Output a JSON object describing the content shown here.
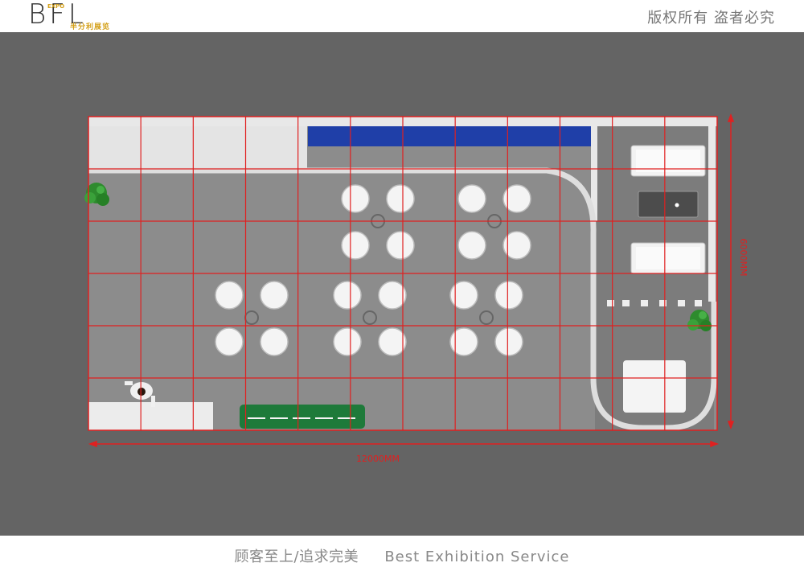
{
  "header": {
    "logo_letters": "BFL",
    "logo_sup": "EXPO",
    "logo_subtitle": "半分利展览",
    "copyright": "版权所有 盗者必究"
  },
  "plan": {
    "width_label": "12000MM",
    "depth_label": "6000MM",
    "grid_cols": 12,
    "grid_rows": 6
  },
  "footer": {
    "slogan_cn": "顾客至上/追求完美",
    "slogan_en": "Best Exhibition Service"
  },
  "colors": {
    "grid": "#e02020",
    "floor": "#8a8a8a",
    "backdrop": "#6d6d6d",
    "blue_wall": "#1f3fa8",
    "green_counter": "#1e7a3a"
  }
}
